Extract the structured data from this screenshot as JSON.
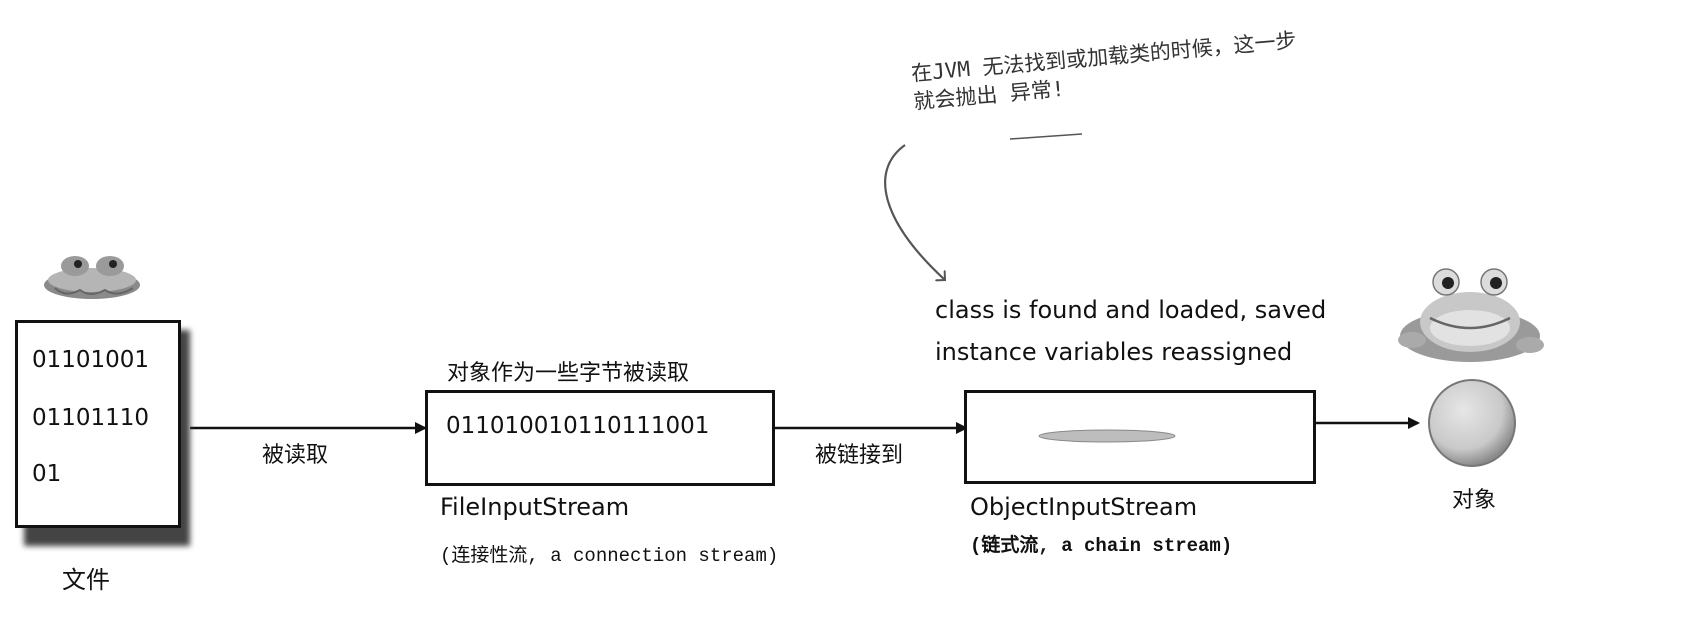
{
  "note": {
    "line1": "在JVM 无法找到或加载类的时候，这一步",
    "line2": "就会抛出 异常!"
  },
  "file": {
    "lines": [
      "01101001",
      "01101110",
      "01"
    ],
    "caption": "文件"
  },
  "arrow1_label": "被读取",
  "file_input": {
    "top_label": "对象作为一些字节被读取",
    "bytes": "011010010110111001",
    "name": "FileInputStream",
    "desc": "(连接性流, a connection stream)"
  },
  "arrow2_label": "被链接到",
  "object_input": {
    "top_line1": "class is found and loaded, saved",
    "top_line2": "instance variables reassigned",
    "name": "ObjectInputStream",
    "desc": "(链式流, a chain stream)"
  },
  "object": {
    "caption": "对象"
  },
  "colors": {
    "line": "#111111",
    "annotation": "#555555",
    "shadow": "#444444"
  },
  "icons": [
    "frog-squashed-icon",
    "frog-inflated-icon",
    "object-sphere-icon",
    "flat-disc-icon"
  ]
}
